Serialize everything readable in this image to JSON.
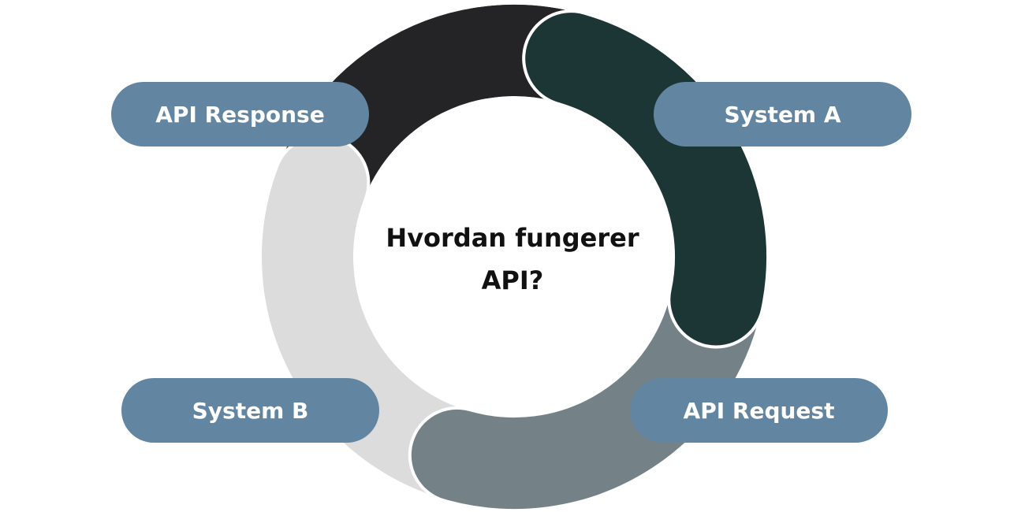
{
  "diagram": {
    "center_title_line1": "Hvordan fungerer",
    "center_title_line2": "API?",
    "steps": [
      {
        "label": "System A",
        "segment_color": "#1c3535"
      },
      {
        "label": "API Request",
        "segment_color": "#748287"
      },
      {
        "label": "System B",
        "segment_color": "#dcdcdc"
      },
      {
        "label": "API Response",
        "segment_color": "#242426"
      }
    ],
    "label_box_color": "#6285a1",
    "label_text_color": "#ffffff"
  }
}
